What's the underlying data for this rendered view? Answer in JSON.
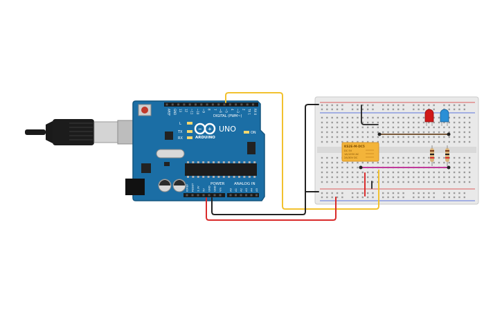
{
  "arduino": {
    "brand": "ARDUINO",
    "model": "UNO",
    "digital_header": "DIGITAL (PWM~)",
    "power_header": "POWER",
    "analog_header": "ANALOG IN",
    "on_label": "ON",
    "led_l": "L",
    "led_tx": "TX",
    "led_rx": "RX",
    "digital_pins": [
      "AREF",
      "GND",
      "13",
      "12",
      "~11",
      "~10",
      "~9",
      "8",
      "7",
      "~6",
      "~5",
      "4",
      "~3",
      "2",
      "TX 1",
      "RX 0"
    ],
    "power_pins": [
      "IOREF",
      "RESET",
      "3.3V",
      "5V",
      "GND",
      "GND",
      "Vin"
    ],
    "analog_pins": [
      "A0",
      "A1",
      "A2",
      "A3",
      "A4",
      "A5"
    ]
  },
  "relay": {
    "part": "KS2E-M-DC5",
    "line1": "DC 5V",
    "line2": "1A/125V AC",
    "line3": "2A/30V DC"
  },
  "colors": {
    "board": "#1b6ea5",
    "board_dark": "#13557f",
    "breadboard": "#e8e8e8",
    "relay": "#f3b43a",
    "wire_yellow": "#f2c12e",
    "wire_black": "#222222",
    "wire_red": "#d92a2a",
    "wire_magenta": "#c0399a",
    "wire_brown": "#7a5a3a",
    "led_red": "#d01818",
    "led_blue": "#2a8fd6",
    "usb_body": "#1a1a1a",
    "usb_metal": "#cfcfcf"
  }
}
